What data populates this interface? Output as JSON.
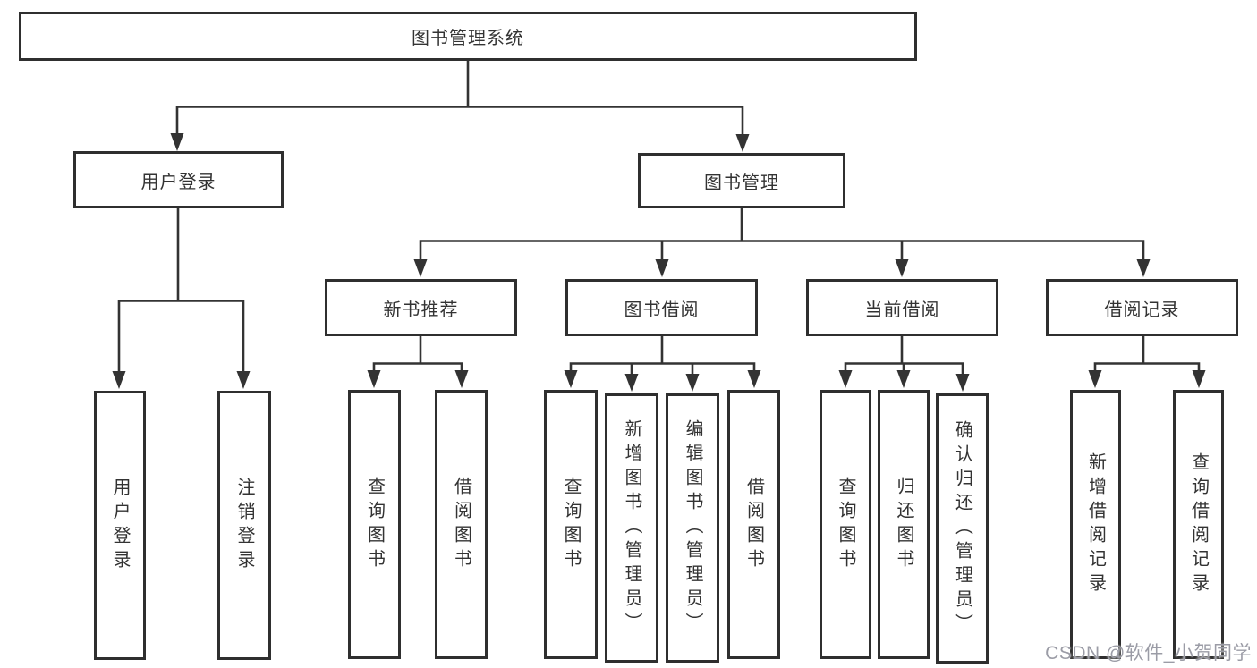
{
  "nodes": {
    "root": "图书管理系统",
    "user_login": "用户登录",
    "book_mgmt": "图书管理",
    "new_books": "新书推荐",
    "book_borrow": "图书借阅",
    "current_borrow": "当前借阅",
    "borrow_records": "借阅记录",
    "leaves": {
      "user_login": [
        "用户登录",
        "注销登录"
      ],
      "new_books": [
        "查询图书",
        "借阅图书"
      ],
      "book_borrow": [
        "查询图书",
        "新增图书（管理员）",
        "编辑图书（管理员）",
        "借阅图书"
      ],
      "current_borrow": [
        "查询图书",
        "归还图书",
        "确认归还（管理员）"
      ],
      "borrow_records": [
        "新增借阅记录",
        "查询借阅记录"
      ]
    }
  },
  "watermark": "CSDN @软件_小贺同学",
  "colors": {
    "line": "#333333",
    "border": "#2f2f2f",
    "text": "#333333",
    "background": "#ffffff",
    "watermark": "#9b9ca6"
  }
}
